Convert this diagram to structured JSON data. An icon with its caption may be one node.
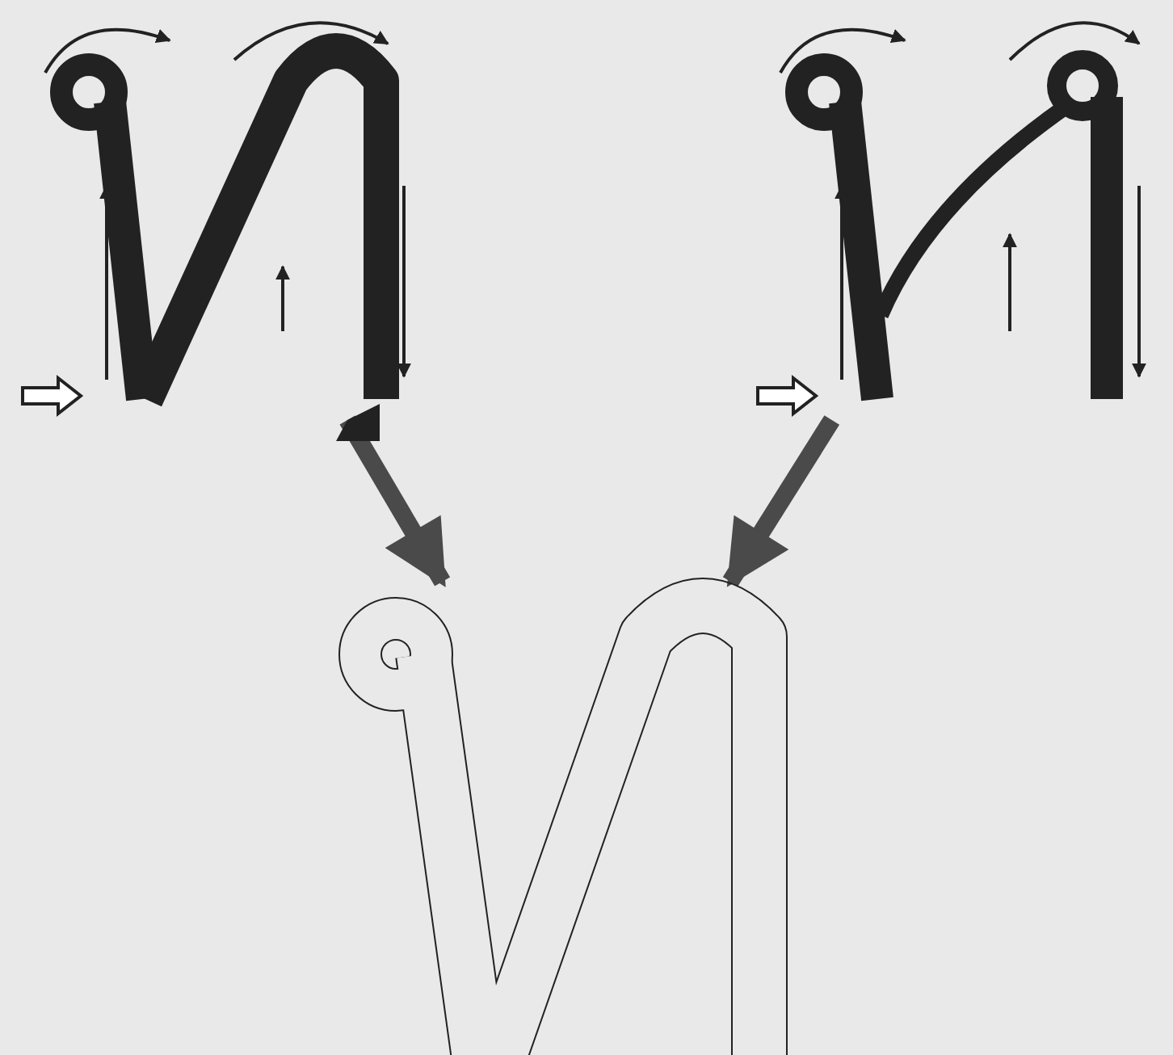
{
  "diagram": {
    "nodes": [
      {
        "text": [],
        "shape": "picture"
      },
      {
        "text": [],
        "shape": "picture"
      },
      {
        "text": [],
        "shape": "picture"
      }
    ],
    "edges": [
      {
        "from": 0,
        "to": 2,
        "arrow": "to"
      },
      {
        "from": 1,
        "to": 2,
        "arrow": "to"
      }
    ]
  }
}
